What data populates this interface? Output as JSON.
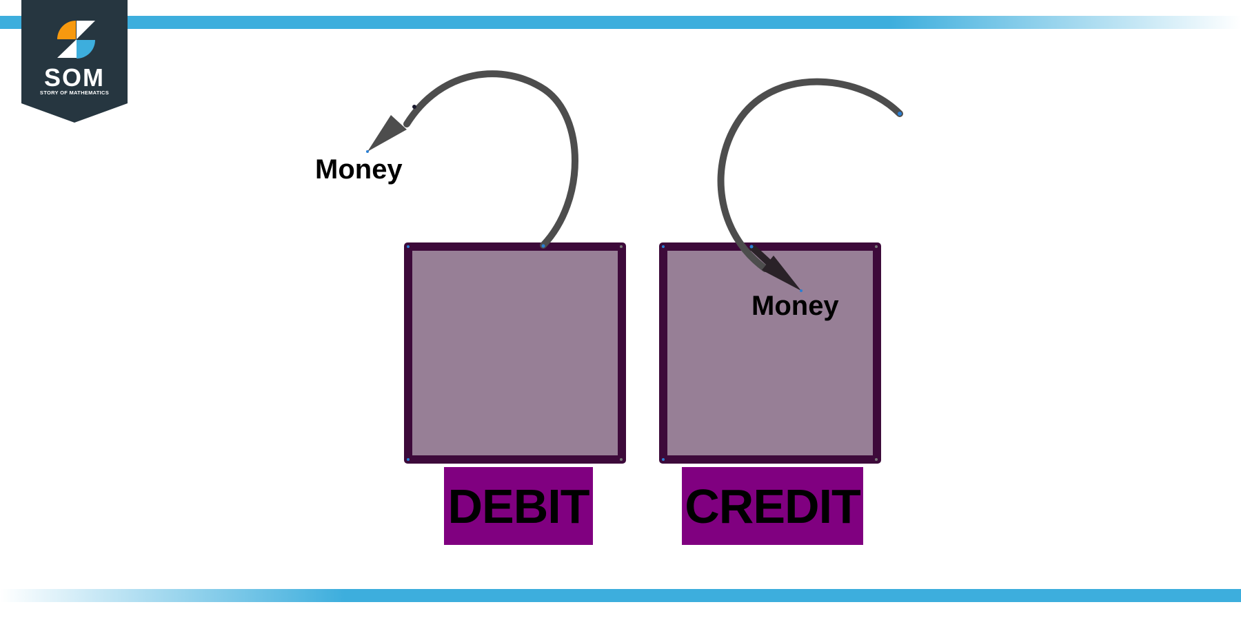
{
  "branding": {
    "logo_abbr": "SOM",
    "logo_full": "STORY OF MATHEMATICS",
    "colors": {
      "navy": "#263640",
      "orange": "#f7990f",
      "blue": "#3daedd"
    }
  },
  "diagram": {
    "accounts": [
      {
        "label": "DEBIT",
        "money_label": "Money",
        "flow": "out"
      },
      {
        "label": "CREDIT",
        "money_label": "Money",
        "flow": "in"
      }
    ],
    "colors": {
      "box_fill": "#977f96",
      "box_border": "#3d0a3a",
      "label_bg": "#800080",
      "arrow": "#4d4d4d",
      "accent_bar": "#3daedd"
    }
  }
}
